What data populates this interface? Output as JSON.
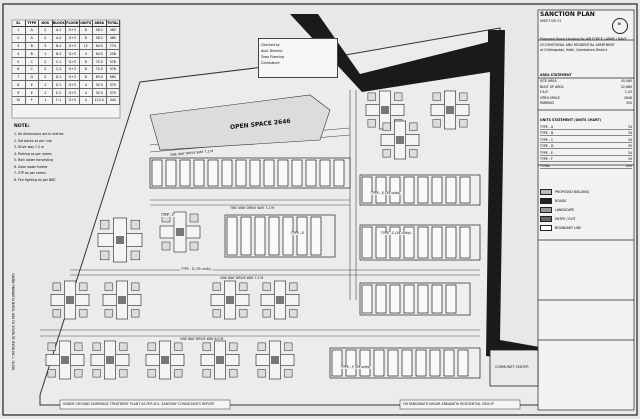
{
  "plan": {
    "plot_label": "OPEN SPACE 2646",
    "type_blocks": [
      {
        "id": "type-e-left",
        "label": "TYPE - E"
      },
      {
        "id": "type-e-right",
        "label": "TYPE - E"
      },
      {
        "id": "type-e-mid",
        "label": "TYPE - E (34 units)"
      },
      {
        "id": "type-d-left",
        "label": "TYPE - D (35 units)"
      },
      {
        "id": "type-c-right",
        "label": "TYPE - C (34 units)"
      },
      {
        "id": "type-f-bottom",
        "label": "TYPE - F (29 units)"
      }
    ],
    "road_labels": [
      "ONE WAY DRIVE WAY 7.2 M",
      "ONE WAY DRIVE WAY 6.0 M",
      "TWO WAY DRIVE WAY 7.2 M",
      "ONE WAY DRIVE WAY 7.2 M",
      "ONE WAY DRIVE WAY 6.0 M"
    ],
    "community_label": "COMMUNITY CENTER",
    "bottom_caption_left": "UNDER GROUND SEWERAGE TREATMENT PLANT AS PER M.S. SANITARY CONSULTANTS REPORT",
    "bottom_caption_right": "ON PANDARATH NAGAR ARKAVATHI RESIDENTIAL GROUP",
    "left_side_note": "NOTE: 7.5M ROAD SETBACK AS PER TOWN PLANNING MEMO"
  },
  "title_block": {
    "sheet_title": "SANCTION PLAN",
    "sheet_no": "SHEET NO 01",
    "project_lines": [
      "Proposed Group Housing for AIR FORCE / ARMY / NAVY",
      "OCCUPATIONAL AND RESIDENTIAL APARTMENT",
      "at Chikkagubbi, Hobli, Coimbatore District"
    ],
    "area_heading": "AREA STATEMENT",
    "area_rows": [
      [
        "SITE AREA",
        "45,560"
      ],
      [
        "BUILT UP AREA",
        "22,680"
      ],
      [
        "F.A.R",
        "1.25"
      ],
      [
        "OPEN SPACE",
        "2646"
      ],
      [
        "PARKING",
        "350"
      ]
    ],
    "unit_heading": "UNITS STATEMENT (UNITS CHART)",
    "unit_rows": [
      [
        "TYPE - A",
        "34"
      ],
      [
        "TYPE - B",
        "34"
      ],
      [
        "TYPE - C",
        "34"
      ],
      [
        "TYPE - D",
        "35"
      ],
      [
        "TYPE - E",
        "34"
      ],
      [
        "TYPE - F",
        "29"
      ],
      [
        "TOTAL",
        "200"
      ]
    ],
    "legend_rows": [
      "PROPOSED BUILDING",
      "ROADS",
      "LANDSCAPE",
      "ENTRY / EXIT",
      "BOUNDARY LINE"
    ],
    "compass_label": "N"
  },
  "left_table": {
    "headers": [
      "SL",
      "TYPE",
      "NOS",
      "BLOCK",
      "FLOOR",
      "UNITS",
      "AREA",
      "TOTAL"
    ],
    "rows": [
      [
        "1",
        "A",
        "2",
        "A-1",
        "G+3",
        "8",
        "58.2",
        "465"
      ],
      [
        "2",
        "A",
        "2",
        "A-2",
        "G+3",
        "8",
        "58.2",
        "465"
      ],
      [
        "3",
        "B",
        "3",
        "B-1",
        "G+3",
        "12",
        "64.5",
        "774"
      ],
      [
        "4",
        "B",
        "1",
        "B-2",
        "G+3",
        "4",
        "64.5",
        "258"
      ],
      [
        "5",
        "C",
        "2",
        "C-1",
        "G+3",
        "8",
        "72.0",
        "576"
      ],
      [
        "6",
        "C",
        "2",
        "C-2",
        "G+3",
        "8",
        "72.0",
        "576"
      ],
      [
        "7",
        "D",
        "2",
        "D-1",
        "G+3",
        "8",
        "85.0",
        "680"
      ],
      [
        "8",
        "E",
        "1",
        "E-1",
        "G+3",
        "4",
        "92.5",
        "370"
      ],
      [
        "9",
        "E",
        "1",
        "E-2",
        "G+3",
        "4",
        "92.5",
        "370"
      ],
      [
        "10",
        "F",
        "1",
        "F-1",
        "G+3",
        "4",
        "110.0",
        "440"
      ]
    ]
  },
  "notes": {
    "heading": "NOTE:",
    "lines": [
      "1. All dimensions are in metres",
      "2. Set backs as per rule",
      "3. Drive way 7.2 m",
      "4. Parking as per norms",
      "5. Rain water harvesting",
      "6. Solar water heater",
      "7. STP as per norms",
      "8. Fire fighting as per NBC"
    ]
  },
  "stamp": {
    "lines": [
      "Checked by",
      "Asst. Director",
      "Town Planning",
      "Coimbatore"
    ]
  }
}
